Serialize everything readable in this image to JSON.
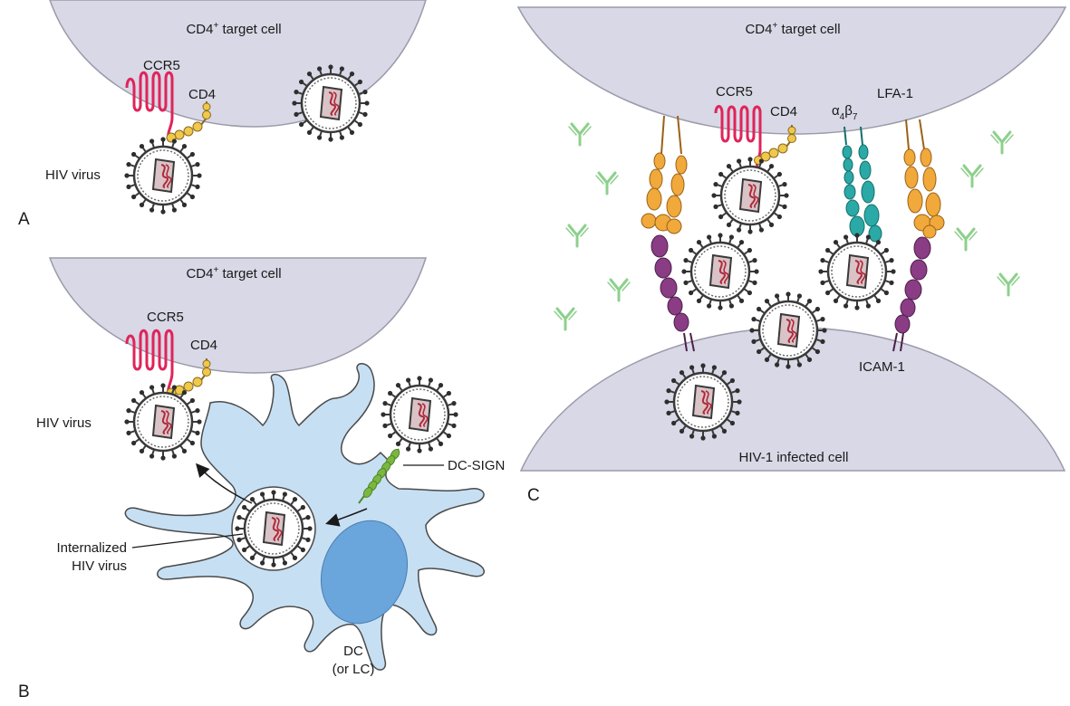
{
  "panels": {
    "a": {
      "letter": "A",
      "cell_label": "CD4",
      "cell_label_sup": "+",
      "cell_label_rest": " target cell",
      "ccr5": "CCR5",
      "cd4": "CD4",
      "virus": "HIV virus"
    },
    "b": {
      "letter": "B",
      "cell_label": "CD4",
      "cell_label_sup": "+",
      "cell_label_rest": " target cell",
      "ccr5": "CCR5",
      "cd4": "CD4",
      "virus": "HIV virus",
      "dcsign": "DC-SIGN",
      "internalized_1": "Internalized",
      "internalized_2": "HIV virus",
      "dc_1": "DC",
      "dc_2": "(or LC)"
    },
    "c": {
      "letter": "C",
      "cell_label": "CD4",
      "cell_label_sup": "+",
      "cell_label_rest": " target cell",
      "ccr5": "CCR5",
      "cd4": "CD4",
      "a4b7_alpha": "α",
      "a4b7_sub4": "4",
      "a4b7_beta": "β",
      "a4b7_sub7": "7",
      "lfa1": "LFA-1",
      "icam1": "ICAM-1",
      "infected": "HIV-1 infected cell"
    }
  },
  "colors": {
    "cell": "#d8d8e6",
    "cell_stroke": "#9a9aaa",
    "dc": "#c6dff3",
    "dc_stroke": "#4a4a4a",
    "nucleus": "#6aa6dc",
    "ccr5": "#e0245a",
    "cd4": "#f0c84a",
    "lfa1": "#f0a93a",
    "icam1": "#8a3c84",
    "a4b7": "#2aa9a6",
    "dcsign": "#7bb640",
    "antibody": "#8dd08d",
    "virus_core": "#d9c3c6",
    "virus_rna": "#b0283a"
  },
  "icons": [
    "hiv-virion-icon",
    "antibody-icon",
    "arrow-icon"
  ]
}
